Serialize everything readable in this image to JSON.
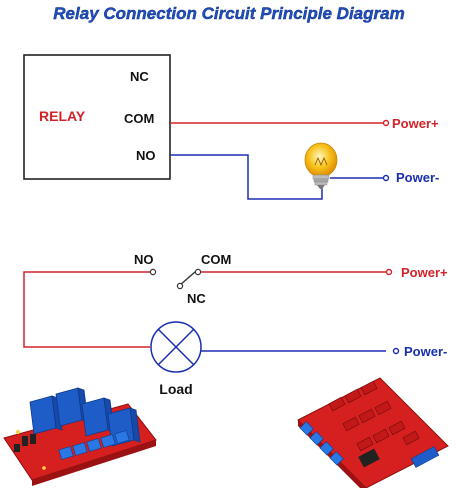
{
  "title": "Relay Connection Circuit Principle Diagram",
  "colors": {
    "title": "#1f4fbf",
    "wire_red": "#d2232a",
    "wire_blue": "#1a2fb0",
    "label_red": "#d2232a",
    "label_blue": "#1a2fb0",
    "text_dark": "#111111",
    "bulb_glass": "#f7c21b",
    "board_blue": "#1e5cc8",
    "board_red": "#d62020"
  },
  "relay_box": {
    "label": "RELAY",
    "pins": {
      "nc": "NC",
      "com": "COM",
      "no": "NO"
    }
  },
  "top_circuit": {
    "power_plus": "Power+",
    "power_minus": "Power-",
    "lamp_icon": "light-bulb-icon"
  },
  "bottom_circuit": {
    "no_label": "NO",
    "com_label": "COM",
    "nc_label": "NC",
    "power_plus": "Power+",
    "power_minus": "Power-",
    "load_label": "Load",
    "load_icon": "lamp-symbol-icon"
  },
  "photos": [
    {
      "name": "relay-module-blue-photo"
    },
    {
      "name": "relay-module-red-photo"
    }
  ]
}
